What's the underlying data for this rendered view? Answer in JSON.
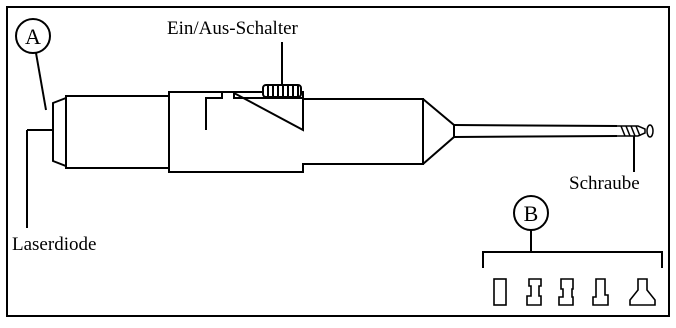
{
  "labels": {
    "laser_diode": "Laserdiode",
    "power_switch": "Ein/Aus-Schalter",
    "screw": "Schraube"
  },
  "callouts": {
    "a": "A",
    "b": "B"
  },
  "colors": {
    "line": "#000000",
    "background": "#ffffff"
  },
  "icons": {
    "device": "laser-pointer-tool",
    "attachments": "adapter-tips"
  }
}
